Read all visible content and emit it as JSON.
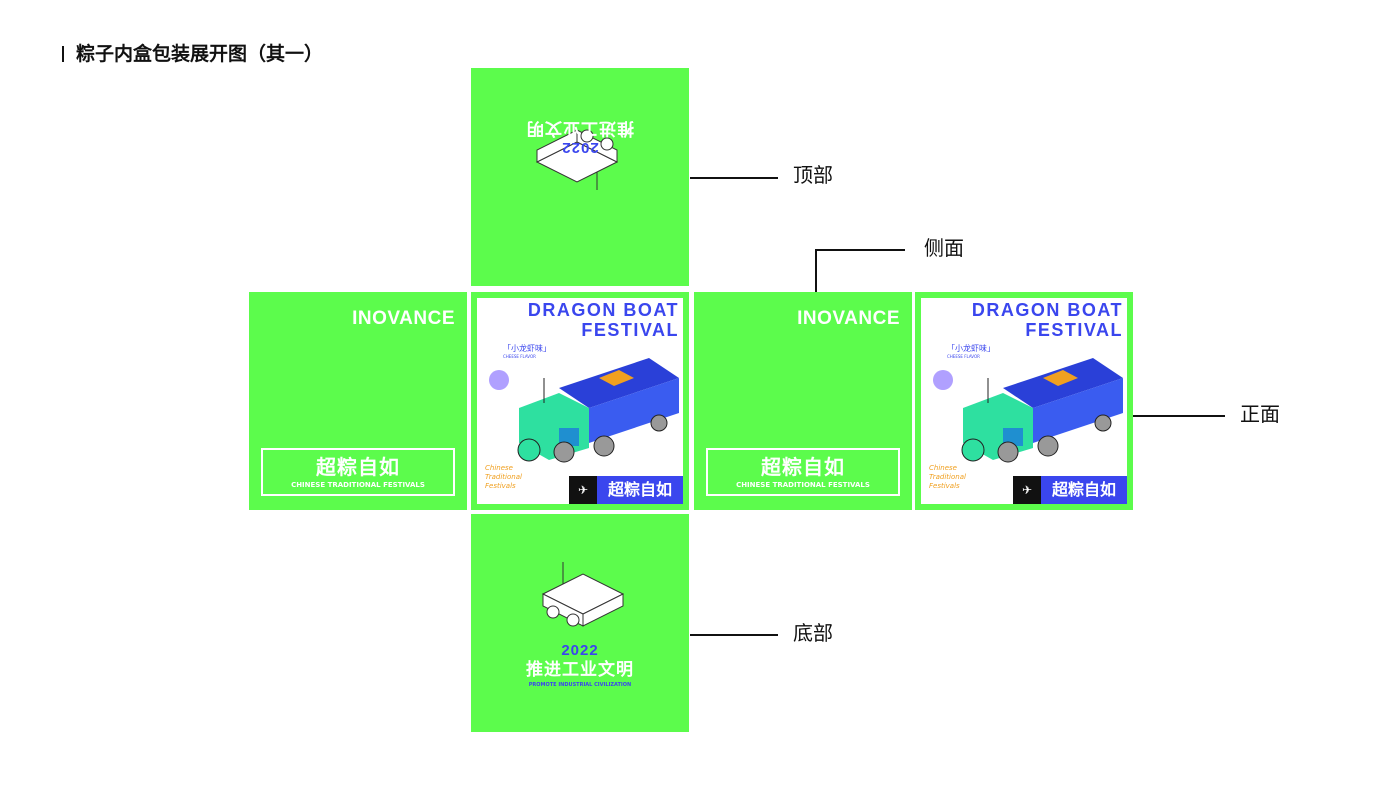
{
  "title": "粽子内盒包装展开图（其一）",
  "labels": {
    "top": "顶部",
    "side": "侧面",
    "front": "正面",
    "bottom": "底部"
  },
  "brand": "INOVANCE",
  "slogan_cn": "超粽自如",
  "slogan_en": "CHINESE TRADITIONAL FESTIVALS",
  "front": {
    "title_line1": "DRAGON BOAT",
    "title_line2": "FESTIVAL",
    "flavor_cn": "「小龙虾味」",
    "flavor_en": "CHEESE FLAVOR",
    "ctf": [
      "Chinese",
      "Traditional",
      "Festivals"
    ],
    "badge": "超粽自如"
  },
  "topbottom": {
    "year": "2022",
    "cn": "推进工业文明",
    "en": "PROMOTE INDUSTRIAL CIVILIZATION"
  },
  "colors": {
    "green": "#5cfc4c",
    "blue": "#3a46ee",
    "orange": "#f0a020"
  }
}
